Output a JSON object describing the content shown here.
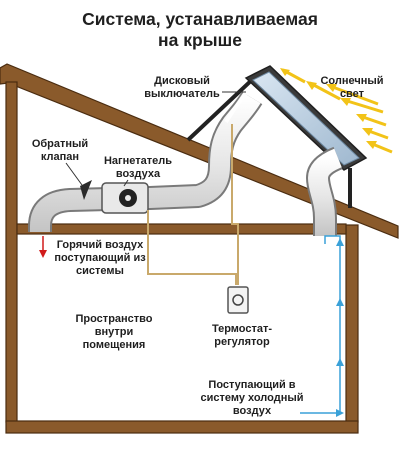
{
  "diagram": {
    "title": [
      "Система, устанавливаемая",
      "на крыше"
    ],
    "labels": {
      "disk_switch": [
        "Дисковый",
        "выключатель"
      ],
      "sunlight": [
        "Солнечный",
        "свет"
      ],
      "check_valve": [
        "Обратный",
        "клапан"
      ],
      "blower": [
        "Нагнетатель",
        "воздуха"
      ],
      "hot_air": [
        "Горячий воздух",
        "поступающий из",
        "системы"
      ],
      "interior": [
        "Пространство",
        "внутри",
        "помещения"
      ],
      "thermostat": [
        "Термостат-",
        "регулятор"
      ],
      "cold_air": [
        "Поступающий в",
        "систему холодный",
        "воздух"
      ]
    },
    "colors": {
      "wall": "#8a5a2b",
      "wall_outline": "#4a2c10",
      "duct": "#e8e8e8",
      "duct_outline": "#7a7a7a",
      "collector_frame": "#3a3a3a",
      "collector_glass": "#b9cde0",
      "sun_ray": "#f2c318",
      "wire": "#c9a96b",
      "hot_arrow": "#d11b1b",
      "cold_arrow": "#3aa1d8"
    }
  }
}
